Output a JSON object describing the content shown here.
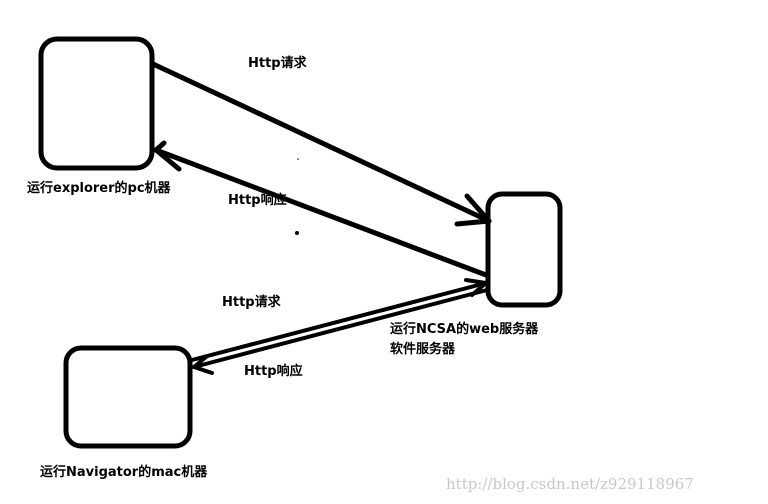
{
  "nodes": {
    "pc": {
      "label": "运行explorer的pc机器"
    },
    "server": {
      "label_line1": "运行NCSA的web服务器",
      "label_line2": "软件服务器"
    },
    "mac": {
      "label": "运行Navigator的mac机器"
    }
  },
  "edges": {
    "pc_request": "Http请求",
    "pc_response": "Http响应",
    "mac_request": "Http请求",
    "mac_response": "Http响应"
  },
  "watermark": "http://blog.csdn.net/z929118967"
}
